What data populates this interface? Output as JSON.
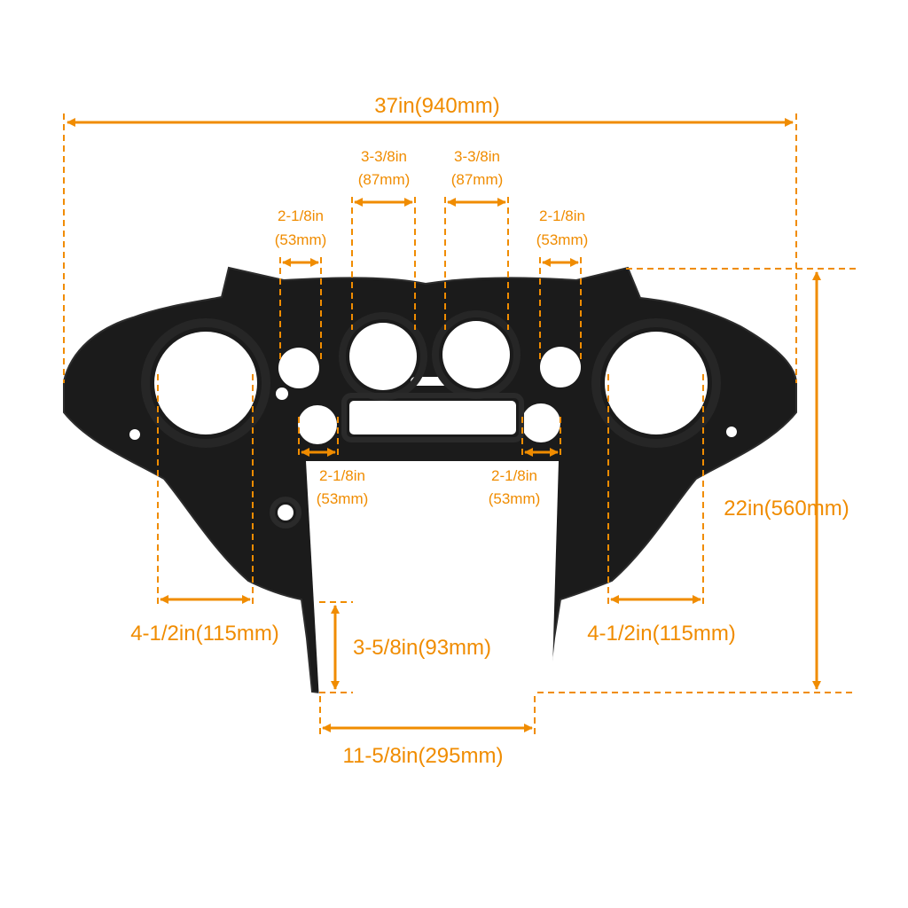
{
  "colors": {
    "dimension": "#f08c00",
    "part": "#1b1b1b",
    "part_edge": "#2c2c2c",
    "background": "#ffffff"
  },
  "dimensions": {
    "overall_width": "37in(940mm)",
    "inner_gauge_left_in": "3-3/8in",
    "inner_gauge_left_mm": "(87mm)",
    "inner_gauge_right_in": "3-3/8in",
    "inner_gauge_right_mm": "(87mm)",
    "upper_small_left_in": "2-1/8in",
    "upper_small_left_mm": "(53mm)",
    "upper_small_right_in": "2-1/8in",
    "upper_small_right_mm": "(53mm)",
    "lower_small_left_in": "2-1/8in",
    "lower_small_left_mm": "(53mm)",
    "lower_small_right_in": "2-1/8in",
    "lower_small_right_mm": "(53mm)",
    "overall_height": "22in(560mm)",
    "speaker_left": "4-1/2in(115mm)",
    "speaker_right": "4-1/2in(115mm)",
    "leg_height": "3-5/8in(93mm)",
    "leg_spacing": "11-5/8in(295mm)"
  }
}
